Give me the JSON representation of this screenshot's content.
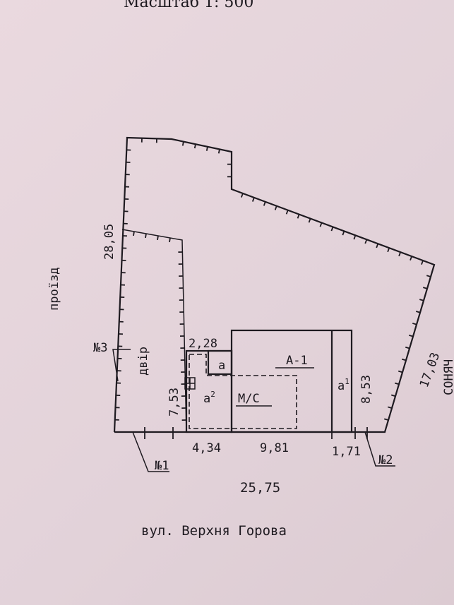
{
  "scale_label": "Масштаб 1: 500",
  "street_label": "вул. Верхня Горова",
  "side_street_label": "проїзд",
  "yard_label": "двір",
  "side_dims": {
    "west": "28,05",
    "south_east": "17,03",
    "building_height": "8,53",
    "annex_height": "7,53",
    "small_width": "2,28"
  },
  "bottom_dims": [
    "4,34",
    "9,81",
    "1,71"
  ],
  "total_width": "25,75",
  "markers": {
    "n1": "№1",
    "n2": "№2",
    "n3": "№3"
  },
  "building_labels": {
    "main": "А-1",
    "annex_a": "а",
    "annex_a1": "а",
    "annex_a1_sup": "1",
    "annex_a2": "а",
    "annex_a2_sup": "2",
    "cellar": "М/С"
  },
  "edge_text": "СОНЯЧ"
}
